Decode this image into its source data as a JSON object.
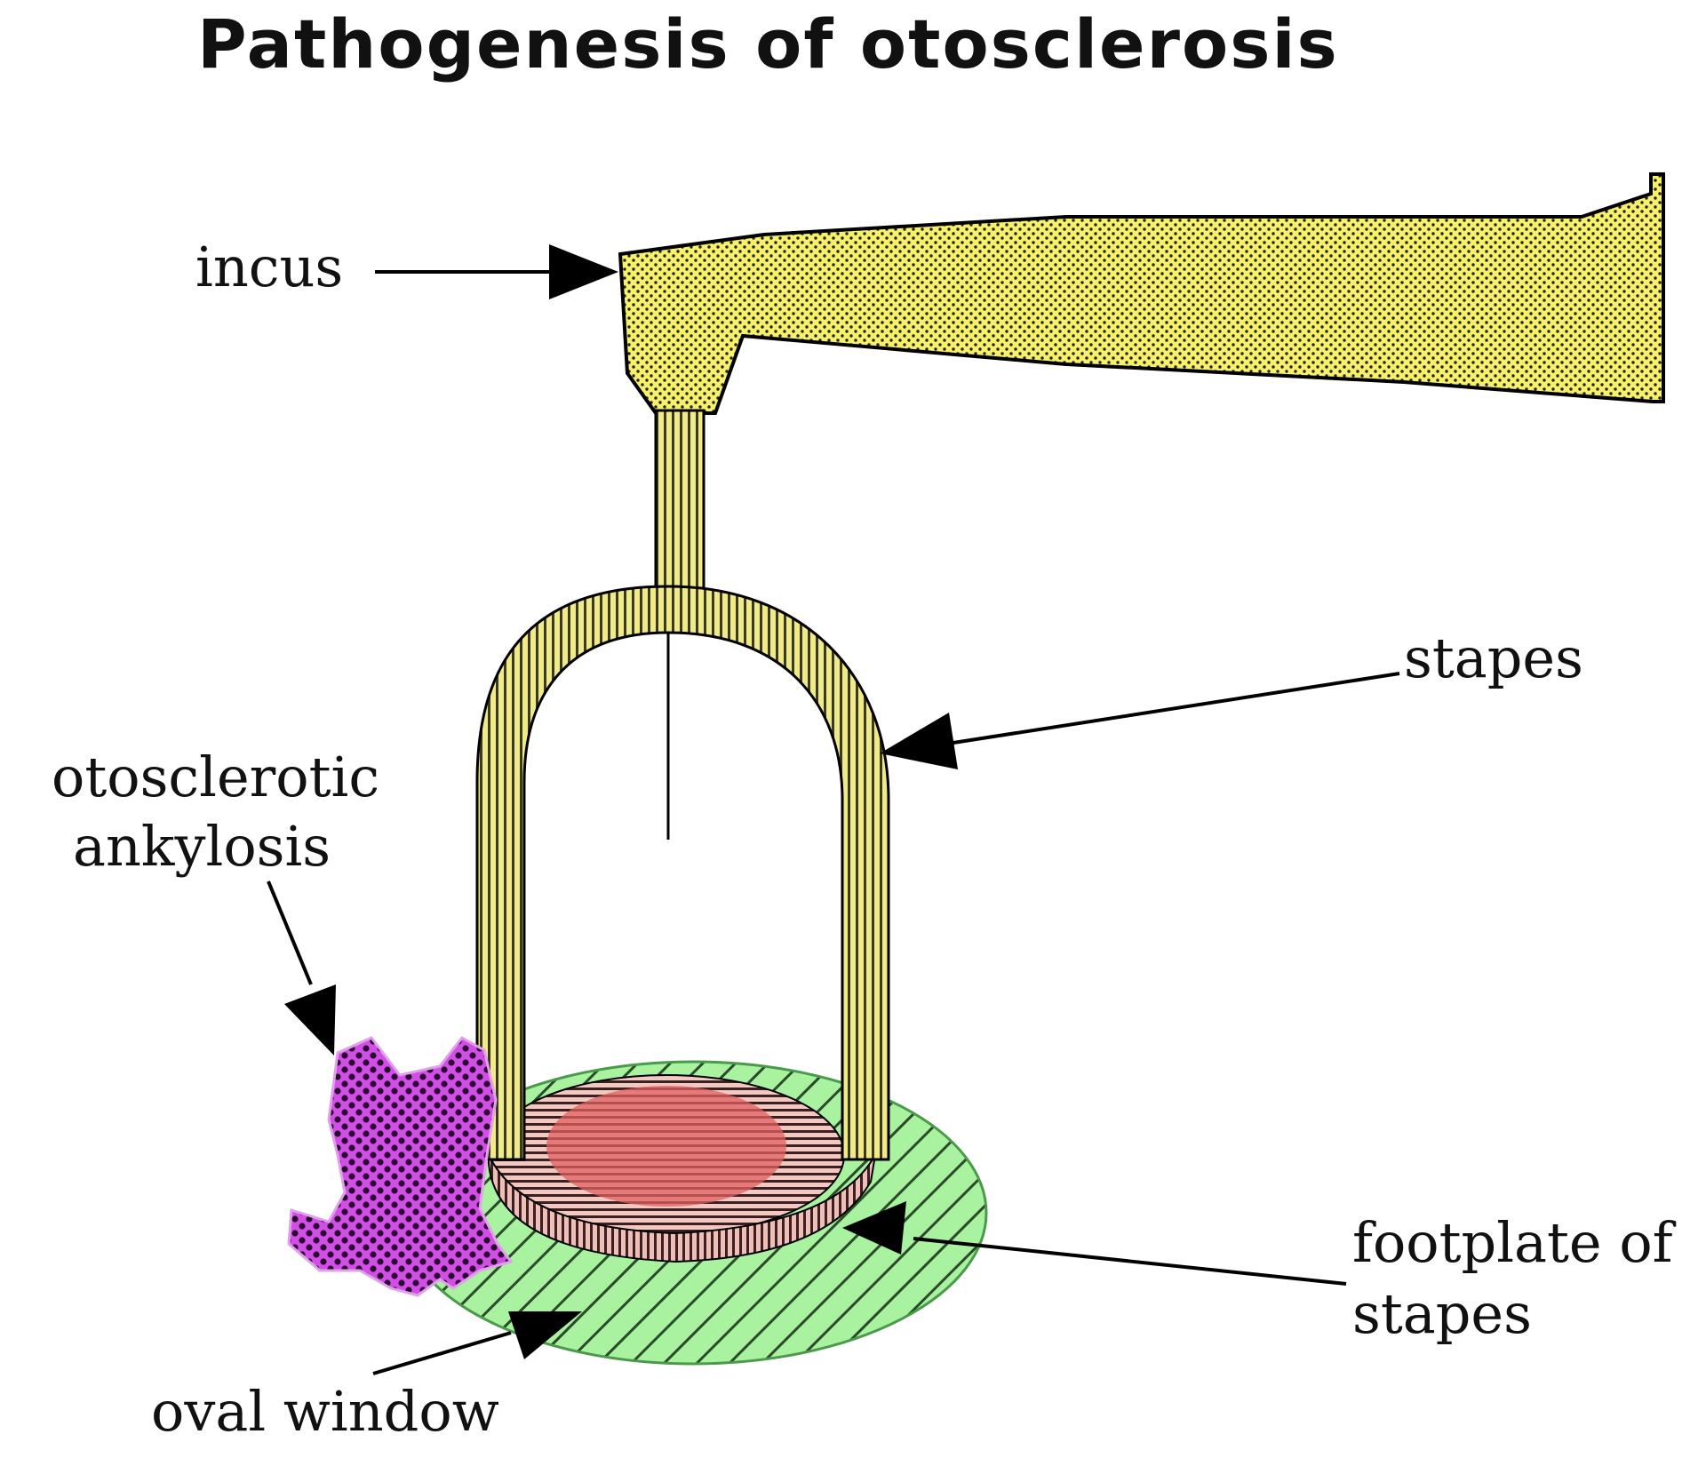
{
  "title": "Pathogenesis of otosclerosis",
  "labels": {
    "incus": "incus",
    "stapes": "stapes",
    "otosclerotic_line1": "otosclerotic",
    "otosclerotic_line2": "ankylosis",
    "footplate_line1": "footplate of",
    "footplate_line2": "stapes",
    "oval_window": "oval window"
  },
  "colors": {
    "incus_fill": "#f7f06a",
    "stapes_fill": "#e8e27a",
    "oval_window_fill": "#a8f2a0",
    "footplate_fill": "#e06060",
    "ankylosis_fill": "#d24ee6",
    "outline": "#000000"
  }
}
